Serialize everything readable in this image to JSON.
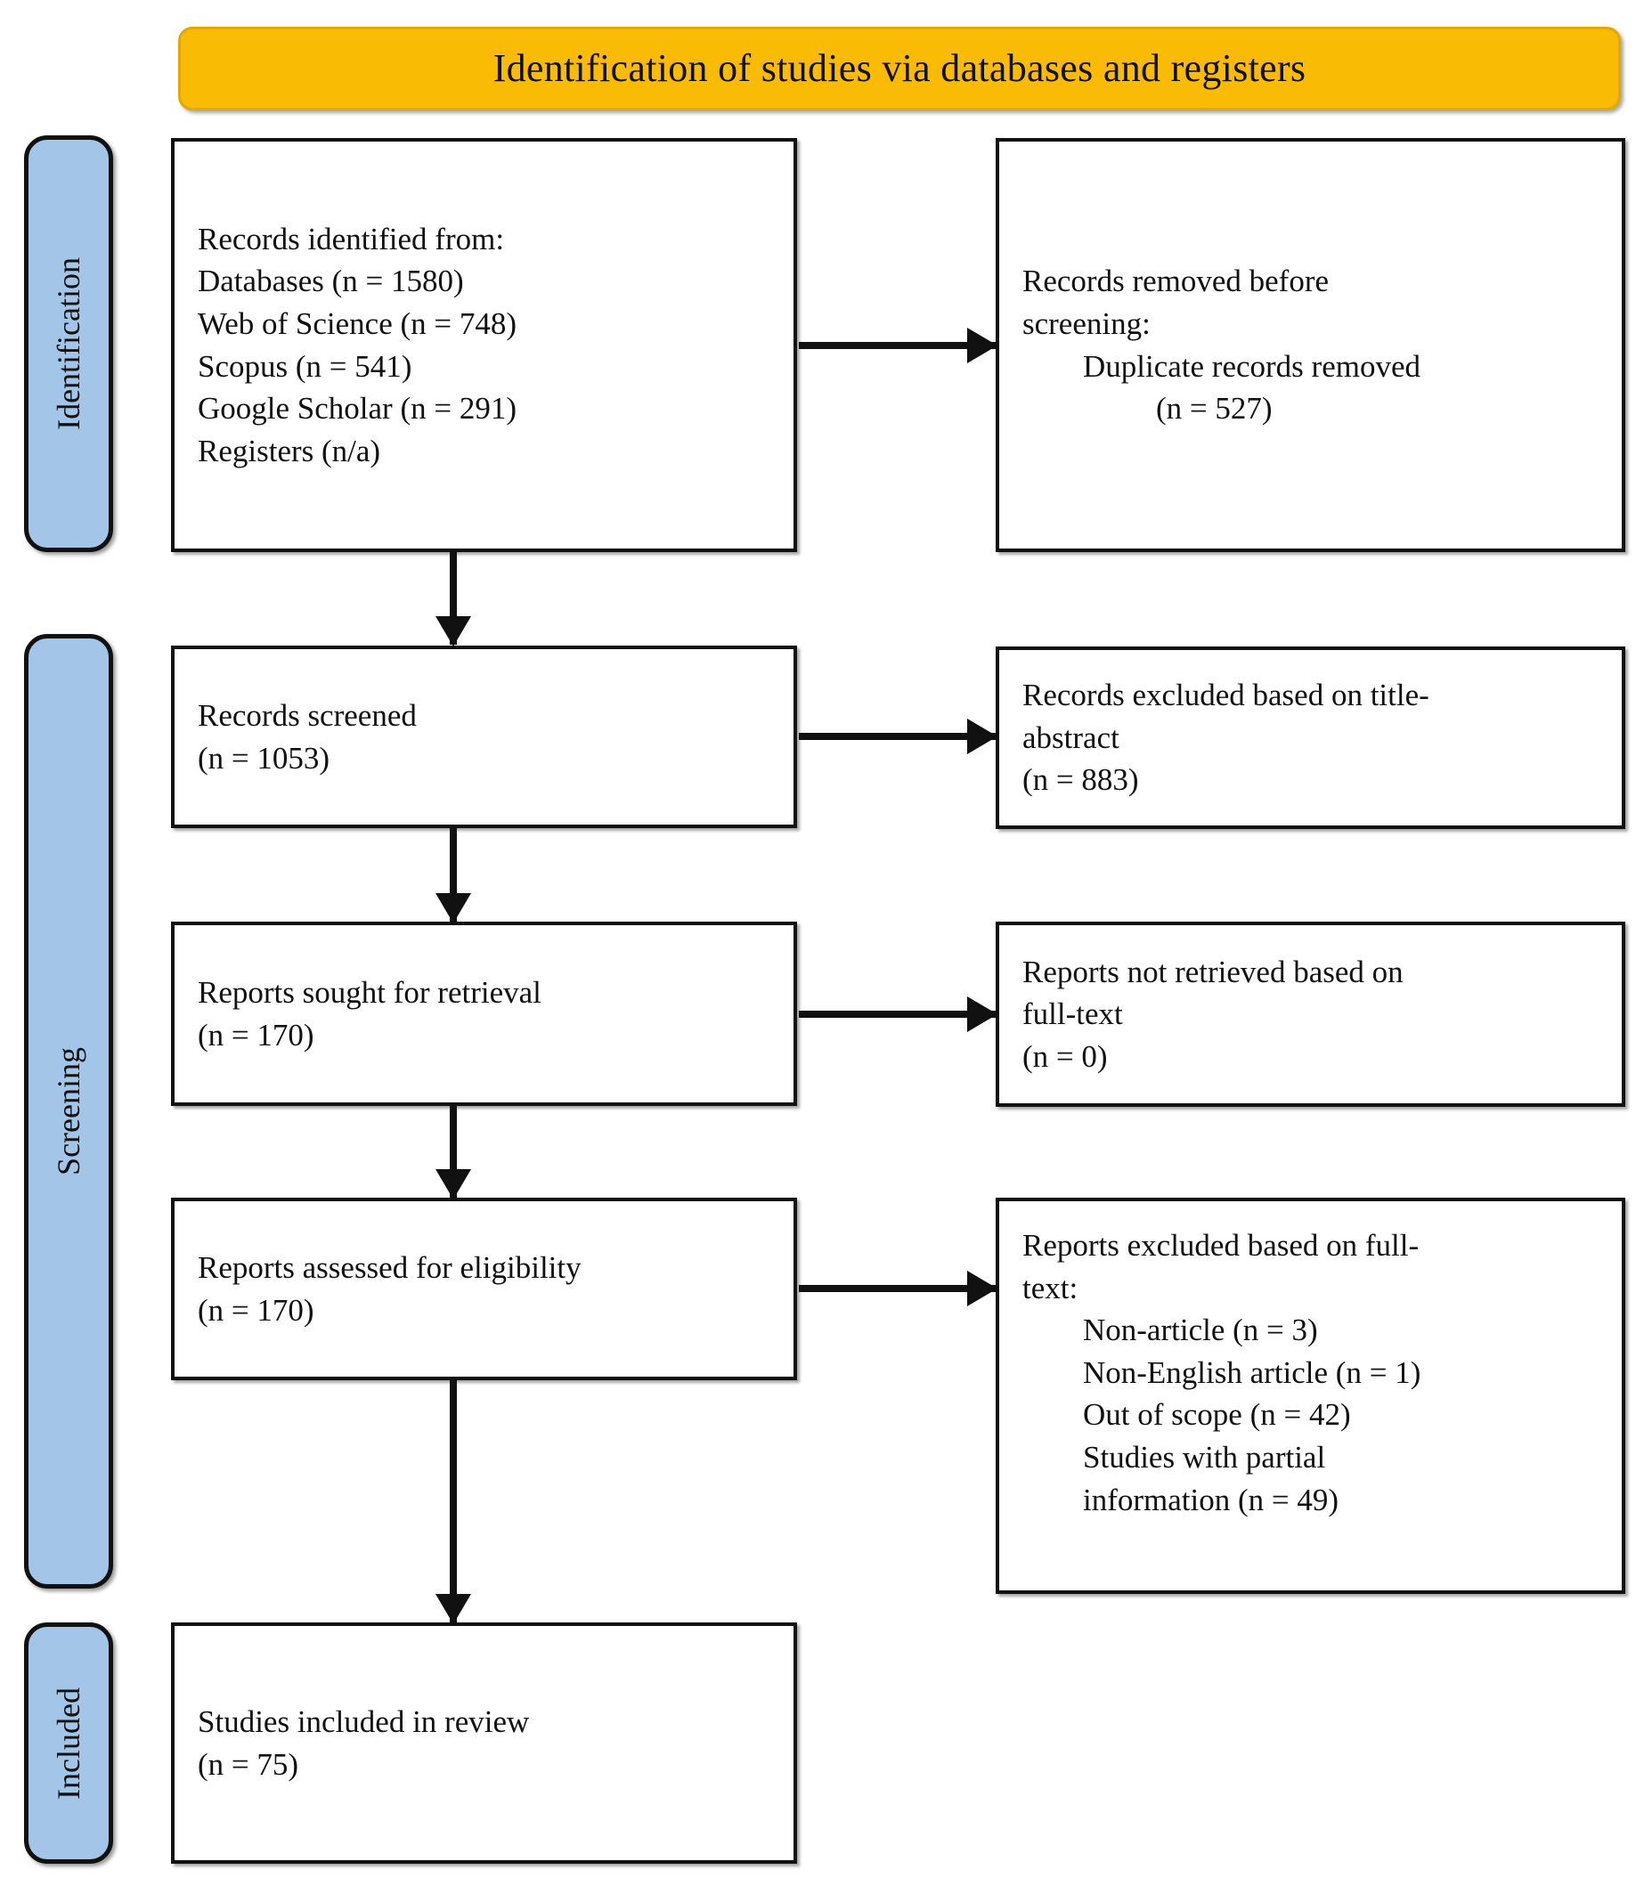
{
  "banner": {
    "title": "Identification of studies via databases and registers",
    "fill_color": "#fabb05",
    "border_color": "#e0a800"
  },
  "stages": {
    "identification": "Identification",
    "screening": "Screening",
    "included": "Included",
    "fill_color": "#a3c6e8",
    "border_color": "#111111"
  },
  "boxes": {
    "identified": {
      "lines": [
        "Records identified from:",
        "Databases (n = 1580)",
        "Web of Science (n = 748)",
        "Scopus (n = 541)",
        "Google Scholar (n = 291)",
        "Registers (n/a)"
      ]
    },
    "removed": {
      "lines": [
        "Records removed before",
        "screening:",
        "Duplicate records removed",
        "(n = 527)"
      ]
    },
    "screened": {
      "lines": [
        "Records screened",
        "(n = 1053)"
      ]
    },
    "excluded_title": {
      "lines": [
        "Records excluded based on title-",
        "abstract",
        "(n = 883)"
      ]
    },
    "sought": {
      "lines": [
        "Reports sought for retrieval",
        "(n = 170)"
      ]
    },
    "not_retrieved": {
      "lines": [
        "Reports not retrieved based on",
        "full-text",
        "(n = 0)"
      ]
    },
    "assessed": {
      "lines": [
        "Reports assessed for eligibility",
        "(n = 170)"
      ]
    },
    "excluded_full": {
      "lines": [
        "Reports excluded based on full-",
        "text:",
        "Non-article (n = 3)",
        "Non-English article (n = 1)",
        "Out of scope (n = 42)",
        "Studies with partial",
        "information (n = 49)"
      ]
    },
    "included": {
      "lines": [
        "Studies included in review",
        "(n = 75)"
      ]
    }
  },
  "chart_data": {
    "type": "diagram",
    "title": "Identification of studies via databases and registers",
    "nodes": [
      {
        "id": "identified",
        "stage": "Identification",
        "label": "Records identified from",
        "total": 1580,
        "sources": [
          {
            "name": "Databases",
            "n": 1580
          },
          {
            "name": "Web of Science",
            "n": 748
          },
          {
            "name": "Scopus",
            "n": 541
          },
          {
            "name": "Google Scholar",
            "n": 291
          },
          {
            "name": "Registers",
            "n": null
          }
        ]
      },
      {
        "id": "removed",
        "stage": "Identification",
        "label": "Records removed before screening: Duplicate records removed",
        "n": 527
      },
      {
        "id": "screened",
        "stage": "Screening",
        "label": "Records screened",
        "n": 1053
      },
      {
        "id": "excluded_title",
        "stage": "Screening",
        "label": "Records excluded based on title-abstract",
        "n": 883
      },
      {
        "id": "sought",
        "stage": "Screening",
        "label": "Reports sought for retrieval",
        "n": 170
      },
      {
        "id": "not_retrieved",
        "stage": "Screening",
        "label": "Reports not retrieved based on full-text",
        "n": 0
      },
      {
        "id": "assessed",
        "stage": "Screening",
        "label": "Reports assessed for eligibility",
        "n": 170
      },
      {
        "id": "excluded_full",
        "stage": "Screening",
        "label": "Reports excluded based on full-text",
        "reasons": [
          {
            "name": "Non-article",
            "n": 3
          },
          {
            "name": "Non-English article",
            "n": 1
          },
          {
            "name": "Out of scope",
            "n": 42
          },
          {
            "name": "Studies with partial information",
            "n": 49
          }
        ]
      },
      {
        "id": "included",
        "stage": "Included",
        "label": "Studies included in review",
        "n": 75
      }
    ],
    "edges": [
      {
        "from": "identified",
        "to": "removed",
        "direction": "right"
      },
      {
        "from": "identified",
        "to": "screened",
        "direction": "down"
      },
      {
        "from": "screened",
        "to": "excluded_title",
        "direction": "right"
      },
      {
        "from": "screened",
        "to": "sought",
        "direction": "down"
      },
      {
        "from": "sought",
        "to": "not_retrieved",
        "direction": "right"
      },
      {
        "from": "sought",
        "to": "assessed",
        "direction": "down"
      },
      {
        "from": "assessed",
        "to": "excluded_full",
        "direction": "right"
      },
      {
        "from": "assessed",
        "to": "included",
        "direction": "down"
      }
    ]
  }
}
